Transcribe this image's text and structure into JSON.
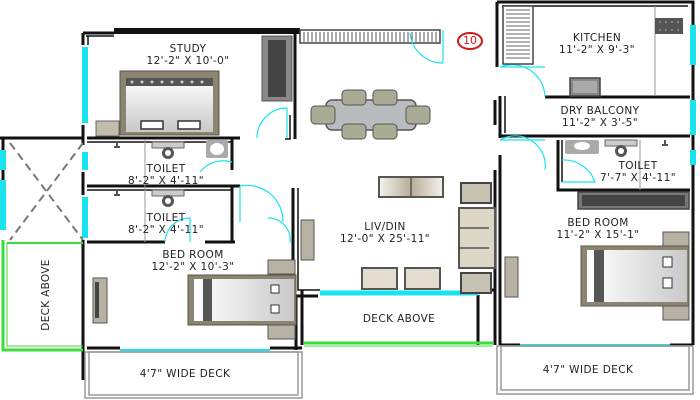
{
  "plan": {
    "marker": "10",
    "colors": {
      "wall": "#111111",
      "window": "#19e3ee",
      "deck_edge": "#3ddc3d",
      "furniture": "#8b8470",
      "marker": "#d01818"
    },
    "rooms": [
      {
        "id": "study",
        "name": "STUDY",
        "dims": "12'-2\" X 10'-0\""
      },
      {
        "id": "toilet1",
        "name": "TOILET",
        "dims": "8'-2\" X 4'-11\""
      },
      {
        "id": "toilet2",
        "name": "TOILET",
        "dims": "8'-2\" X 4'-11\""
      },
      {
        "id": "bedroom1",
        "name": "BED ROOM",
        "dims": "12'-2\" X 10'-3\""
      },
      {
        "id": "livdin",
        "name": "LIV/DIN",
        "dims": "12'-0\" X 25'-11\""
      },
      {
        "id": "kitchen",
        "name": "KITCHEN",
        "dims": "11'-2\" X 9'-3\""
      },
      {
        "id": "drybalcony",
        "name": "DRY BALCONY",
        "dims": "11'-2\" X 3'-5\""
      },
      {
        "id": "toilet3",
        "name": "TOILET",
        "dims": "7'-7\" X 4'-11\""
      },
      {
        "id": "bedroom2",
        "name": "BED ROOM",
        "dims": "11'-2\" X 15'-1\""
      }
    ],
    "decks": [
      {
        "id": "deck-above-left",
        "label": "DECK ABOVE"
      },
      {
        "id": "deck-above-center",
        "label": "DECK ABOVE"
      },
      {
        "id": "wide-deck-left",
        "label": "4'7\" WIDE DECK"
      },
      {
        "id": "wide-deck-right",
        "label": "4'7\" WIDE DECK"
      }
    ]
  }
}
